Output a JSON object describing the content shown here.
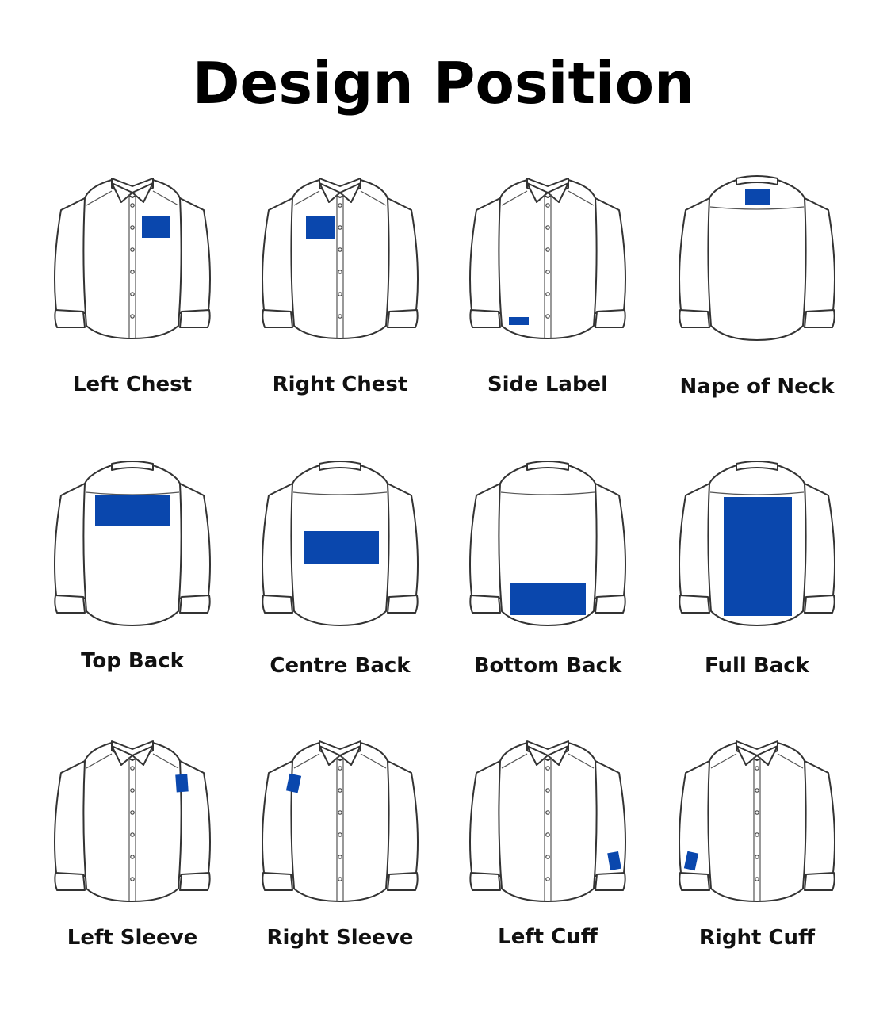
{
  "title": "Design Position",
  "accent_color": "#0a47ad",
  "positions": [
    {
      "label": "Left Chest",
      "view": "front"
    },
    {
      "label": "Right Chest",
      "view": "front"
    },
    {
      "label": "Side Label",
      "view": "front"
    },
    {
      "label": "Nape of Neck",
      "view": "back"
    },
    {
      "label": "Top Back",
      "view": "back"
    },
    {
      "label": "Centre Back",
      "view": "back"
    },
    {
      "label": "Bottom Back",
      "view": "back"
    },
    {
      "label": "Full Back",
      "view": "back"
    },
    {
      "label": "Left Sleeve",
      "view": "front"
    },
    {
      "label": "Right Sleeve",
      "view": "front"
    },
    {
      "label": "Left Cuff",
      "view": "front"
    },
    {
      "label": "Right Cuff",
      "view": "front"
    }
  ]
}
